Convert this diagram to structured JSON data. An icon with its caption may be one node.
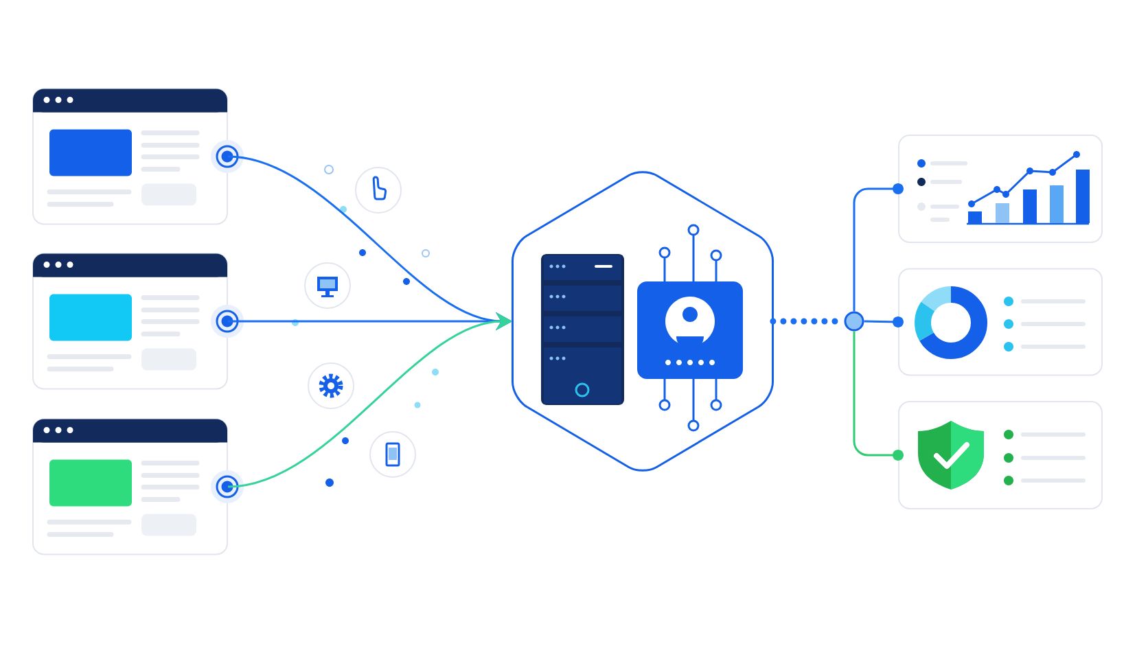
{
  "diagram": {
    "nodes": [
      {
        "text": [],
        "shape": "box"
      },
      {
        "text": [],
        "shape": "box"
      },
      {
        "text": [],
        "shape": "box"
      },
      {
        "text": [],
        "shape": "hexagon"
      },
      {
        "text": [],
        "shape": "circle"
      },
      {
        "text": [],
        "shape": "box"
      },
      {
        "text": [],
        "shape": "box"
      },
      {
        "text": [],
        "shape": "box"
      }
    ],
    "edges": [
      {
        "from": 0,
        "to": 3,
        "arrow": "to"
      },
      {
        "from": 1,
        "to": 3,
        "arrow": "to"
      },
      {
        "from": 2,
        "to": 3,
        "arrow": "to",
        "color": "#34d399"
      },
      {
        "from": 3,
        "to": 4,
        "arrow": "none",
        "style": "dashed"
      },
      {
        "from": 4,
        "to": 5,
        "arrow": "other"
      },
      {
        "from": 4,
        "to": 6,
        "arrow": "other"
      },
      {
        "from": 4,
        "to": 7,
        "arrow": "other",
        "color": "#2ecc71"
      }
    ]
  }
}
